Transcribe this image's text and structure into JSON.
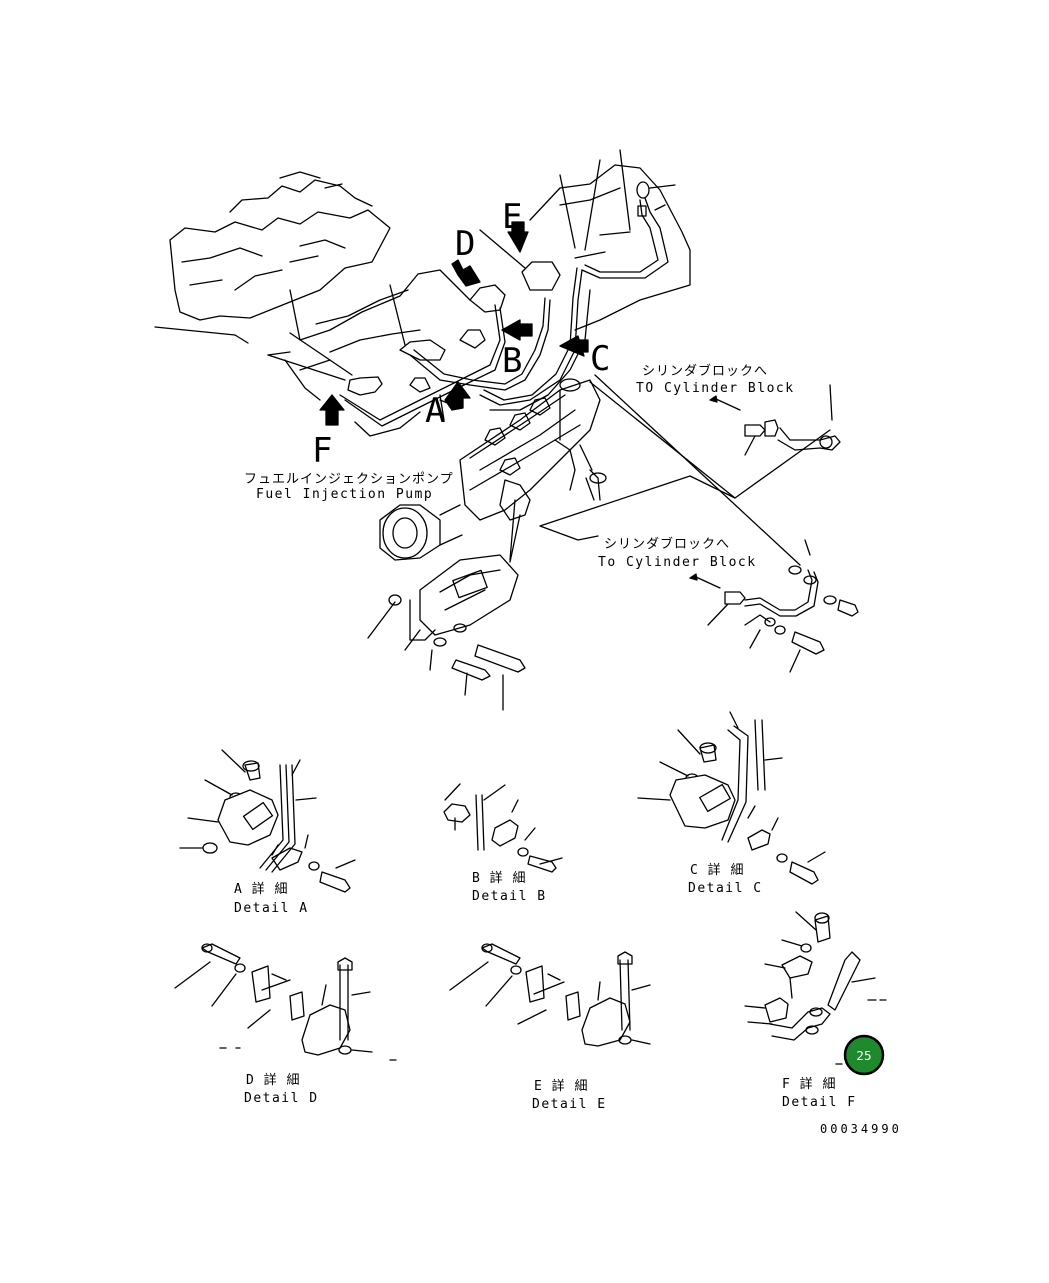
{
  "labels": {
    "pointer_letters": {
      "a": "A",
      "b": "B",
      "c": "C",
      "d": "D",
      "e": "E",
      "f": "F"
    },
    "to_cylinder_block_upper_jp": "シリンダブロックへ",
    "to_cylinder_block_upper_en": "TO Cylinder Block",
    "to_cylinder_block_lower_jp": "シリンダブロックへ",
    "to_cylinder_block_lower_en": "To Cylinder Block",
    "fuel_pump_jp": "フュエルインジェクションポンプ",
    "fuel_pump_en": "Fuel Injection Pump"
  },
  "details": {
    "a": {
      "jp": "A 詳 細",
      "en": "Detail A"
    },
    "b": {
      "jp": "B 詳 細",
      "en": "Detail B"
    },
    "c": {
      "jp": "C 詳 細",
      "en": "Detail C"
    },
    "d": {
      "jp": "D 詳 細",
      "en": "Detail D"
    },
    "e": {
      "jp": "E 詳 細",
      "en": "Detail E"
    },
    "f": {
      "jp": "F 詳 細",
      "en": "Detail F"
    }
  },
  "drawing_number": "00034990",
  "badge": {
    "number": "25",
    "color": "#1f8a2d"
  }
}
